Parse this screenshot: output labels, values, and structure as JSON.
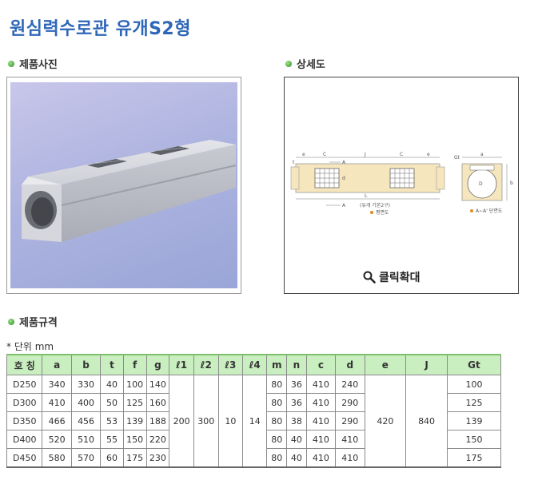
{
  "page": {
    "title": "원심력수로관 유개S2형"
  },
  "sections": {
    "photo": "제품사진",
    "detail": "상세도",
    "spec": "제품규격"
  },
  "detail": {
    "zoom_label": "클릭확대",
    "labels": {
      "e": "e",
      "c": "C",
      "j": "J",
      "c2": "C",
      "e2": "e",
      "a_top": "A",
      "a_bottom": "A",
      "d": "d",
      "L": "L",
      "t": "t",
      "gt": "Gt",
      "a": "a",
      "b": "b",
      "D": "D",
      "note": "(유개 기본2구)",
      "plan": "평면도",
      "section": "A~A' 단면도"
    }
  },
  "table": {
    "unit": "* 단위 mm",
    "headers": [
      "호 칭",
      "a",
      "b",
      "t",
      "f",
      "g",
      "ℓ1",
      "ℓ2",
      "ℓ3",
      "ℓ4",
      "m",
      "n",
      "c",
      "d",
      "e",
      "J",
      "Gt"
    ],
    "rows": [
      {
        "name": "D250",
        "a": "340",
        "b": "330",
        "t": "40",
        "f": "100",
        "g": "140",
        "m": "80",
        "n": "36",
        "c": "410",
        "d": "240",
        "gt": "100"
      },
      {
        "name": "D300",
        "a": "410",
        "b": "400",
        "t": "50",
        "f": "125",
        "g": "160",
        "m": "80",
        "n": "36",
        "c": "410",
        "d": "290",
        "gt": "125"
      },
      {
        "name": "D350",
        "a": "466",
        "b": "456",
        "t": "53",
        "f": "139",
        "g": "188",
        "m": "80",
        "n": "38",
        "c": "410",
        "d": "290",
        "gt": "139"
      },
      {
        "name": "D400",
        "a": "520",
        "b": "510",
        "t": "55",
        "f": "150",
        "g": "220",
        "m": "80",
        "n": "40",
        "c": "410",
        "d": "410",
        "gt": "150"
      },
      {
        "name": "D450",
        "a": "580",
        "b": "570",
        "t": "60",
        "f": "175",
        "g": "230",
        "m": "80",
        "n": "40",
        "c": "410",
        "d": "410",
        "gt": "175"
      }
    ],
    "merged": {
      "l1": "200",
      "l2": "300",
      "l3": "10",
      "l4": "14",
      "e": "420",
      "j": "840"
    }
  }
}
